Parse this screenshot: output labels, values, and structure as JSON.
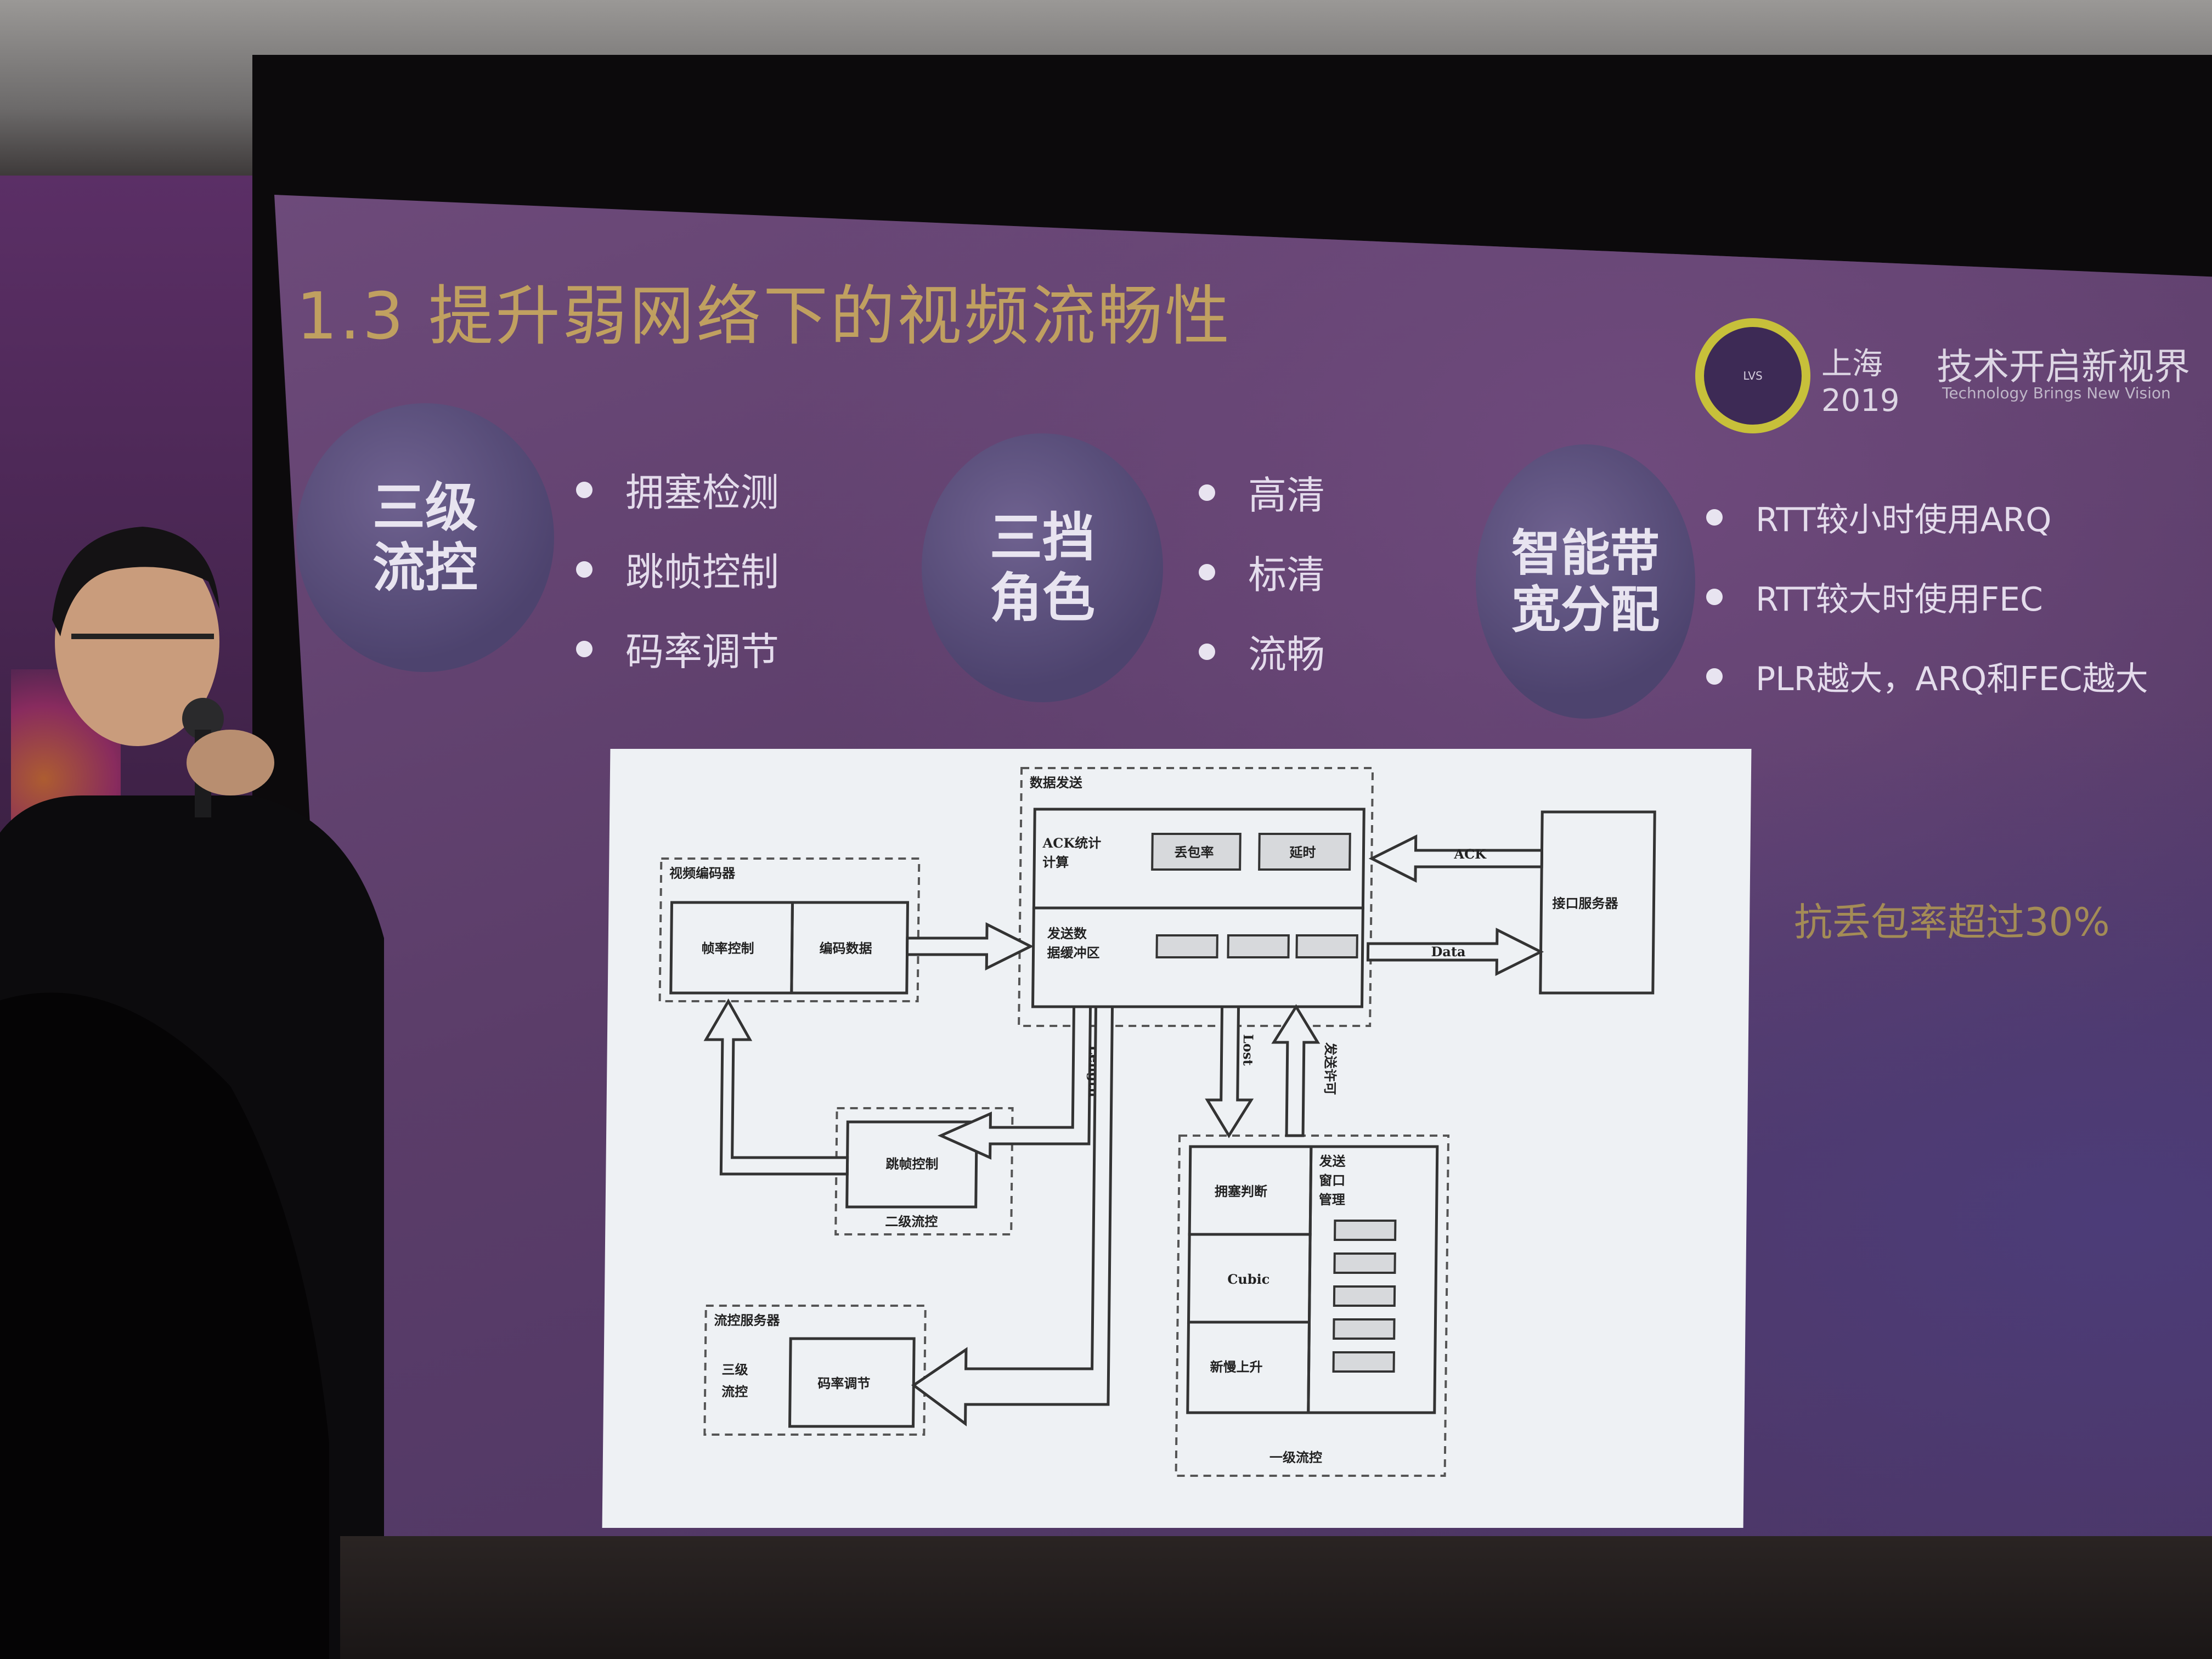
{
  "slide": {
    "title": "1.3 提升弱网络下的视频流畅性",
    "groups": [
      {
        "circle_label_line1": "三级",
        "circle_label_line2": "流控",
        "bullets": [
          "拥塞检测",
          "跳帧控制",
          "码率调节"
        ]
      },
      {
        "circle_label_line1": "三挡",
        "circle_label_line2": "角色",
        "bullets": [
          "高清",
          "标清",
          "流畅"
        ]
      },
      {
        "circle_label_line1": "智能带",
        "circle_label_line2": "宽分配",
        "bullets": [
          "RTT较小时使用ARQ",
          "RTT较大时使用FEC",
          "PLR越大，ARQ和FEC越大"
        ]
      }
    ],
    "event": {
      "city": "上海",
      "year": "2019",
      "slogan": "技术开启新视界",
      "slogan_en": "Technology Brings New Vision"
    },
    "highlight": "抗丢包率超过30%"
  },
  "diagram": {
    "labels": {
      "data_send": "数据发送",
      "ack_stats_1": "ACK统计",
      "ack_stats_2": "计算",
      "loss_rate": "丢包率",
      "delay": "延时",
      "send_buf_1": "发送数",
      "send_buf_2": "据缓冲区",
      "ack": "ACK",
      "data": "Data",
      "interface_server": "接口服务器",
      "video_encoder": "视频编码器",
      "frame_rate_control": "帧率控制",
      "encoded_data": "编码数据",
      "length": "Length",
      "frame_skip_control": "跳帧控制",
      "level2": "二级流控",
      "lost": "Lost",
      "send_permit": "发送许可",
      "congestion_judge": "拥塞判断",
      "send_window_1": "发送",
      "send_window_2": "窗口",
      "send_window_3": "管理",
      "cubic": "Cubic",
      "slow_start": "新慢上升",
      "level1": "一级流控",
      "flow_server": "流控服务器",
      "level3_1": "三级",
      "level3_2": "流控",
      "bitrate_adjust": "码率调节"
    }
  }
}
